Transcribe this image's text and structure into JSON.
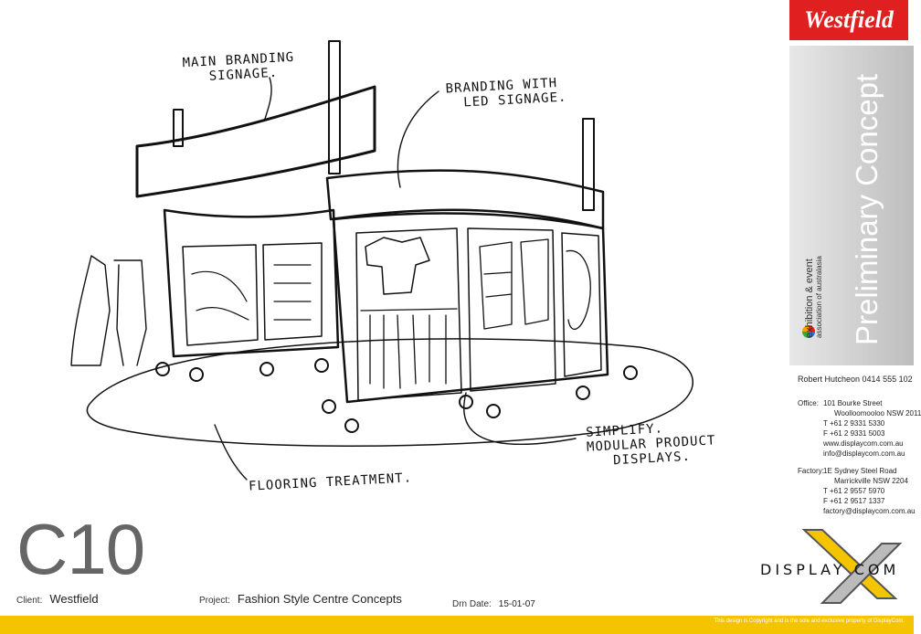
{
  "sheet_code": "C10",
  "client": {
    "label": "Client:",
    "value": "Westfield"
  },
  "project": {
    "label": "Project:",
    "value": "Fashion Style Centre Concepts"
  },
  "drn_date": {
    "label": "Drn Date:",
    "value": "15-01-07"
  },
  "brand_logo": "Westfield",
  "concept_title": "Preliminary Concept",
  "association": {
    "line1": "exhibition & event",
    "line2": "association of australasia"
  },
  "annotations": {
    "main_branding": "MAIN BRANDING\n   SIGNAGE.",
    "led_signage": "BRANDING WITH\n  LED SIGNAGE.",
    "modular": "SIMPLIFY.\nMODULAR PRODUCT\n   DISPLAYS.",
    "flooring": "FLOORING TREATMENT."
  },
  "contact": {
    "person": "Robert Hutcheon 0414 555 102",
    "office_label": "Office:",
    "office_lines": [
      "101 Bourke Street",
      "Woolloomooloo NSW 2011",
      "T +61 2 9331 5330",
      "F +61 2 9331 5003",
      "www.displaycom.com.au",
      "info@displaycom.com.au"
    ],
    "factory_label": "Factory:",
    "factory_lines": [
      "1E Sydney Steel Road",
      "Marrickville NSW 2204",
      "T +61 2 9557 5970",
      "F +61 2 9517 1337",
      "factory@displaycom.com.au"
    ]
  },
  "company_wordmark": "DISPLAY   COM",
  "copyright": "This design is Copyright and is the sole and exclusive property of DisplayCom.",
  "colors": {
    "brand_red": "#e02020",
    "accent_yellow": "#f5c400",
    "panel_grey": "#c8c8c8"
  }
}
